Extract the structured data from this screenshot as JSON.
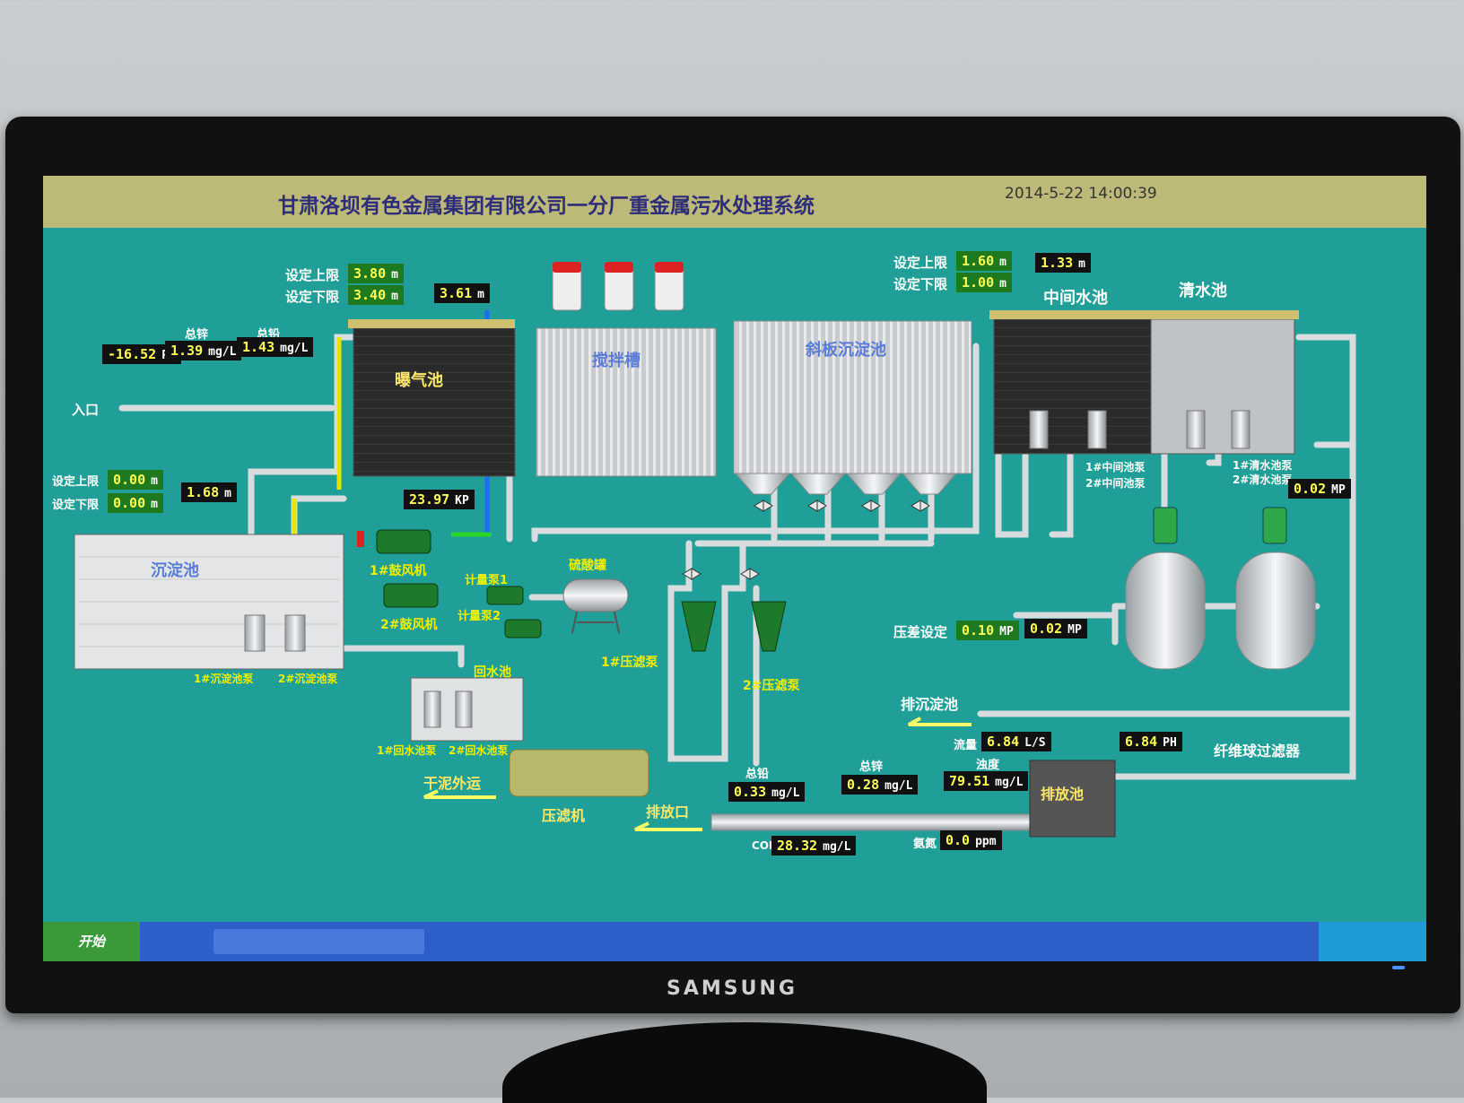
{
  "monitor": {
    "brand": "SAMSUNG"
  },
  "header": {
    "title": "甘肃洛坝有色金属集团有限公司一分厂重金属污水处理系统",
    "datetime": "2014-5-22 14:00:39"
  },
  "aeration": {
    "upper_label": "设定上限",
    "upper": "3.80",
    "upper_unit": "m",
    "lower_label": "设定下限",
    "lower": "3.40",
    "lower_unit": "m",
    "level": "3.61",
    "level_unit": "m",
    "tank_label": "曝气池",
    "pressure": "23.97",
    "pressure_unit": "KP"
  },
  "inlet": {
    "label": "入口",
    "ph": "-16.52",
    "ph_unit": "PH",
    "zinc_label": "总锌",
    "zinc": "1.39",
    "zinc_unit": "mg/L",
    "lead_label": "总铅",
    "lead": "1.43",
    "lead_unit": "mg/L"
  },
  "settling": {
    "upper_label": "设定上限",
    "upper": "0.00",
    "upper_unit": "m",
    "lower_label": "设定下限",
    "lower": "0.00",
    "lower_unit": "m",
    "level": "1.68",
    "level_unit": "m",
    "tank_label": "沉淀池",
    "pump1": "1#沉淀池泵",
    "pump2": "2#沉淀池泵"
  },
  "blowers": {
    "b1": "1#鼓风机",
    "b2": "2#鼓风机"
  },
  "dosing": {
    "p1": "计量泵1",
    "p2": "计量泵2",
    "acid_tank": "硫酸罐"
  },
  "mixing": {
    "label": "搅拌槽"
  },
  "inclined": {
    "label": "斜板沉淀池"
  },
  "return_pool": {
    "label": "回水池",
    "pump1": "1#回水池泵",
    "pump2": "2#回水池泵"
  },
  "filter_press": {
    "pump1": "1#压滤泵",
    "pump2": "2#压滤泵",
    "label": "压滤机",
    "sludge": "干泥外运"
  },
  "middle_pool": {
    "upper_label": "设定上限",
    "upper": "1.60",
    "upper_unit": "m",
    "lower_label": "设定下限",
    "lower": "1.00",
    "lower_unit": "m",
    "level": "1.33",
    "level_unit": "m",
    "label": "中间水池",
    "pump1": "1#中间池泵",
    "pump2": "2#中间池泵"
  },
  "clear_pool": {
    "label": "清水池",
    "pump1": "1#清水池泵",
    "pump2": "2#清水池泵",
    "pressure": "0.02",
    "pressure_unit": "MP"
  },
  "filter": {
    "dp_label": "压差设定",
    "dp_set": "0.10",
    "dp_set_unit": "MP",
    "dp": "0.02",
    "dp_unit": "MP",
    "label": "纤维球过滤器",
    "to_settling": "排沉淀池"
  },
  "discharge": {
    "flow_label": "流量",
    "flow": "6.84",
    "flow_unit": "L/S",
    "ph": "6.84",
    "ph_unit": "PH",
    "lead_label": "总铅",
    "lead": "0.33",
    "lead_unit": "mg/L",
    "zinc_label": "总锌",
    "zinc": "0.28",
    "zinc_unit": "mg/L",
    "turb_label": "浊度",
    "turb": "79.51",
    "turb_unit": "mg/L",
    "cod_label": "COD",
    "cod": "28.32",
    "cod_unit": "mg/L",
    "nh_label": "氨氮",
    "nh": "0.0",
    "nh_unit": "ppm",
    "pool_label": "排放池",
    "outlet_label": "排放口"
  },
  "taskbar": {
    "start": "开始"
  }
}
